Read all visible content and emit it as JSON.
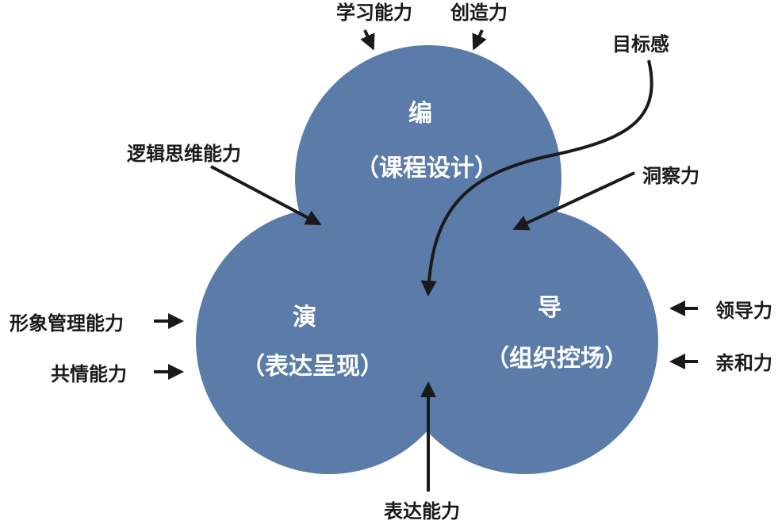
{
  "colors": {
    "circle_fill": "#5b7ba8",
    "arrow": "#1a1a1a",
    "circle_text": "#ffffff",
    "outer_text": "#1a1a1a"
  },
  "circles": {
    "top": {
      "title": "编",
      "subtitle": "（课程设计）"
    },
    "left": {
      "title": "演",
      "subtitle": "（表达呈现）"
    },
    "right": {
      "title": "导",
      "subtitle": "（组织控场）"
    }
  },
  "labels": {
    "learning": "学习能力",
    "creativity": "创造力",
    "goal": "目标感",
    "logic": "逻辑思维能力",
    "insight": "洞察力",
    "image": "形象管理能力",
    "empathy": "共情能力",
    "leadership": "领导力",
    "affinity": "亲和力",
    "expression": "表达能力"
  }
}
